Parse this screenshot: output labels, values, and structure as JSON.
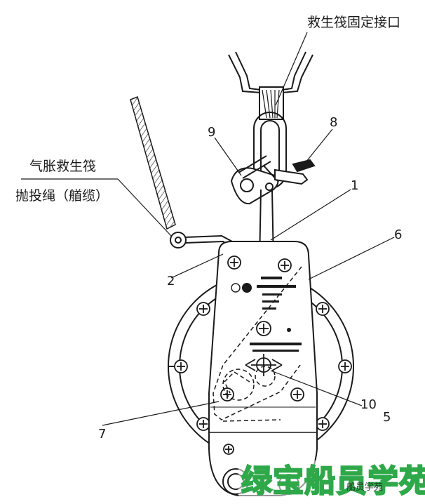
{
  "labels": {
    "fixed_interface": "救生筏固定接口",
    "raft_line1": "气胀救生筏",
    "raft_line2": "抛投绳（艏缆）",
    "n1": "1",
    "n2": "2",
    "n5": "5",
    "n6": "6",
    "n7": "7",
    "n8": "8",
    "n9": "9",
    "n10": "10"
  },
  "watermark": {
    "main": "绿宝船员学苑",
    "small": "船员学苑"
  },
  "colors": {
    "ink": "#1a1a1a",
    "watermark": "#2fa84a",
    "watermark_fill": "#e9f6e6"
  }
}
